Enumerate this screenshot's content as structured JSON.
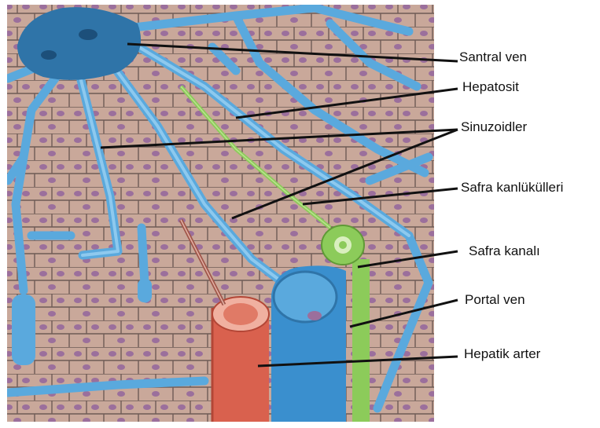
{
  "diagram": {
    "labels": {
      "central_vein": "Santral ven",
      "hepatocyte": "Hepatosit",
      "sinusoids": "Sinuzoidler",
      "bile_canaliculi": "Safra kanlükülleri",
      "bile_duct": "Safra kanalı",
      "portal_vein": "Portal ven",
      "hepatic_artery": "Hepatik arter"
    },
    "colors": {
      "tissue": "#c9a89a",
      "cell_border": "#6e5a55",
      "nucleus": "#9b6f9c",
      "sinusoid": "#5aa9dd",
      "vein": "#3a8fce",
      "artery": "#d9614e",
      "bile": "#8ccb5a",
      "leader_line": "#111111"
    }
  }
}
